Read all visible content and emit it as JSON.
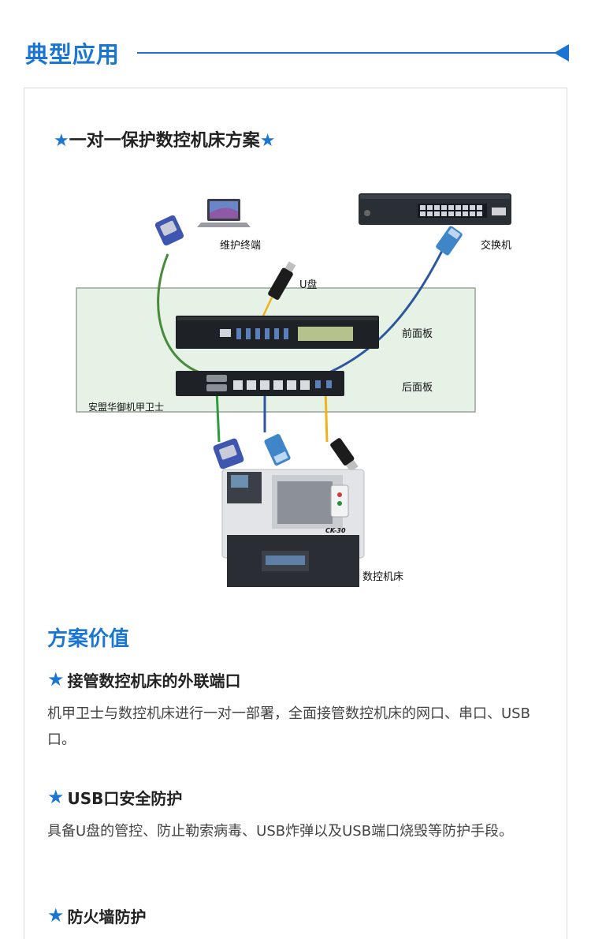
{
  "header": {
    "title": "典型应用"
  },
  "diagram": {
    "title_star": "★",
    "title": "一对一保护数控机床方案",
    "labels": {
      "terminal": "维护终端",
      "switch": "交换机",
      "usb": "U盘",
      "front_panel": "前面板",
      "rear_panel": "后面板",
      "device": "安盟华御机甲卫士",
      "cnc": "数控机床",
      "cnc_model": "CK-30"
    }
  },
  "value": {
    "title": "方案价值",
    "items": [
      {
        "star": "★",
        "heading": "接管数控机床的外联端口",
        "desc": "机甲卫士与数控机床进行一对一部署，全面接管数控机床的网口、串口、USB口。"
      },
      {
        "star": "★",
        "heading": "USB口安全防护",
        "desc": "具备U盘的管控、防止勒索病毒、USB炸弹以及USB端口烧毁等防护手段。"
      },
      {
        "star": "★",
        "heading": "防火墙防护",
        "desc": ""
      }
    ]
  },
  "colors": {
    "accent": "#1a76d2",
    "panel_bg": "#e6f2e6",
    "cable_green": "#4a8a3c",
    "cable_blue": "#2e55a0",
    "cable_yellow": "#f0b21a"
  }
}
